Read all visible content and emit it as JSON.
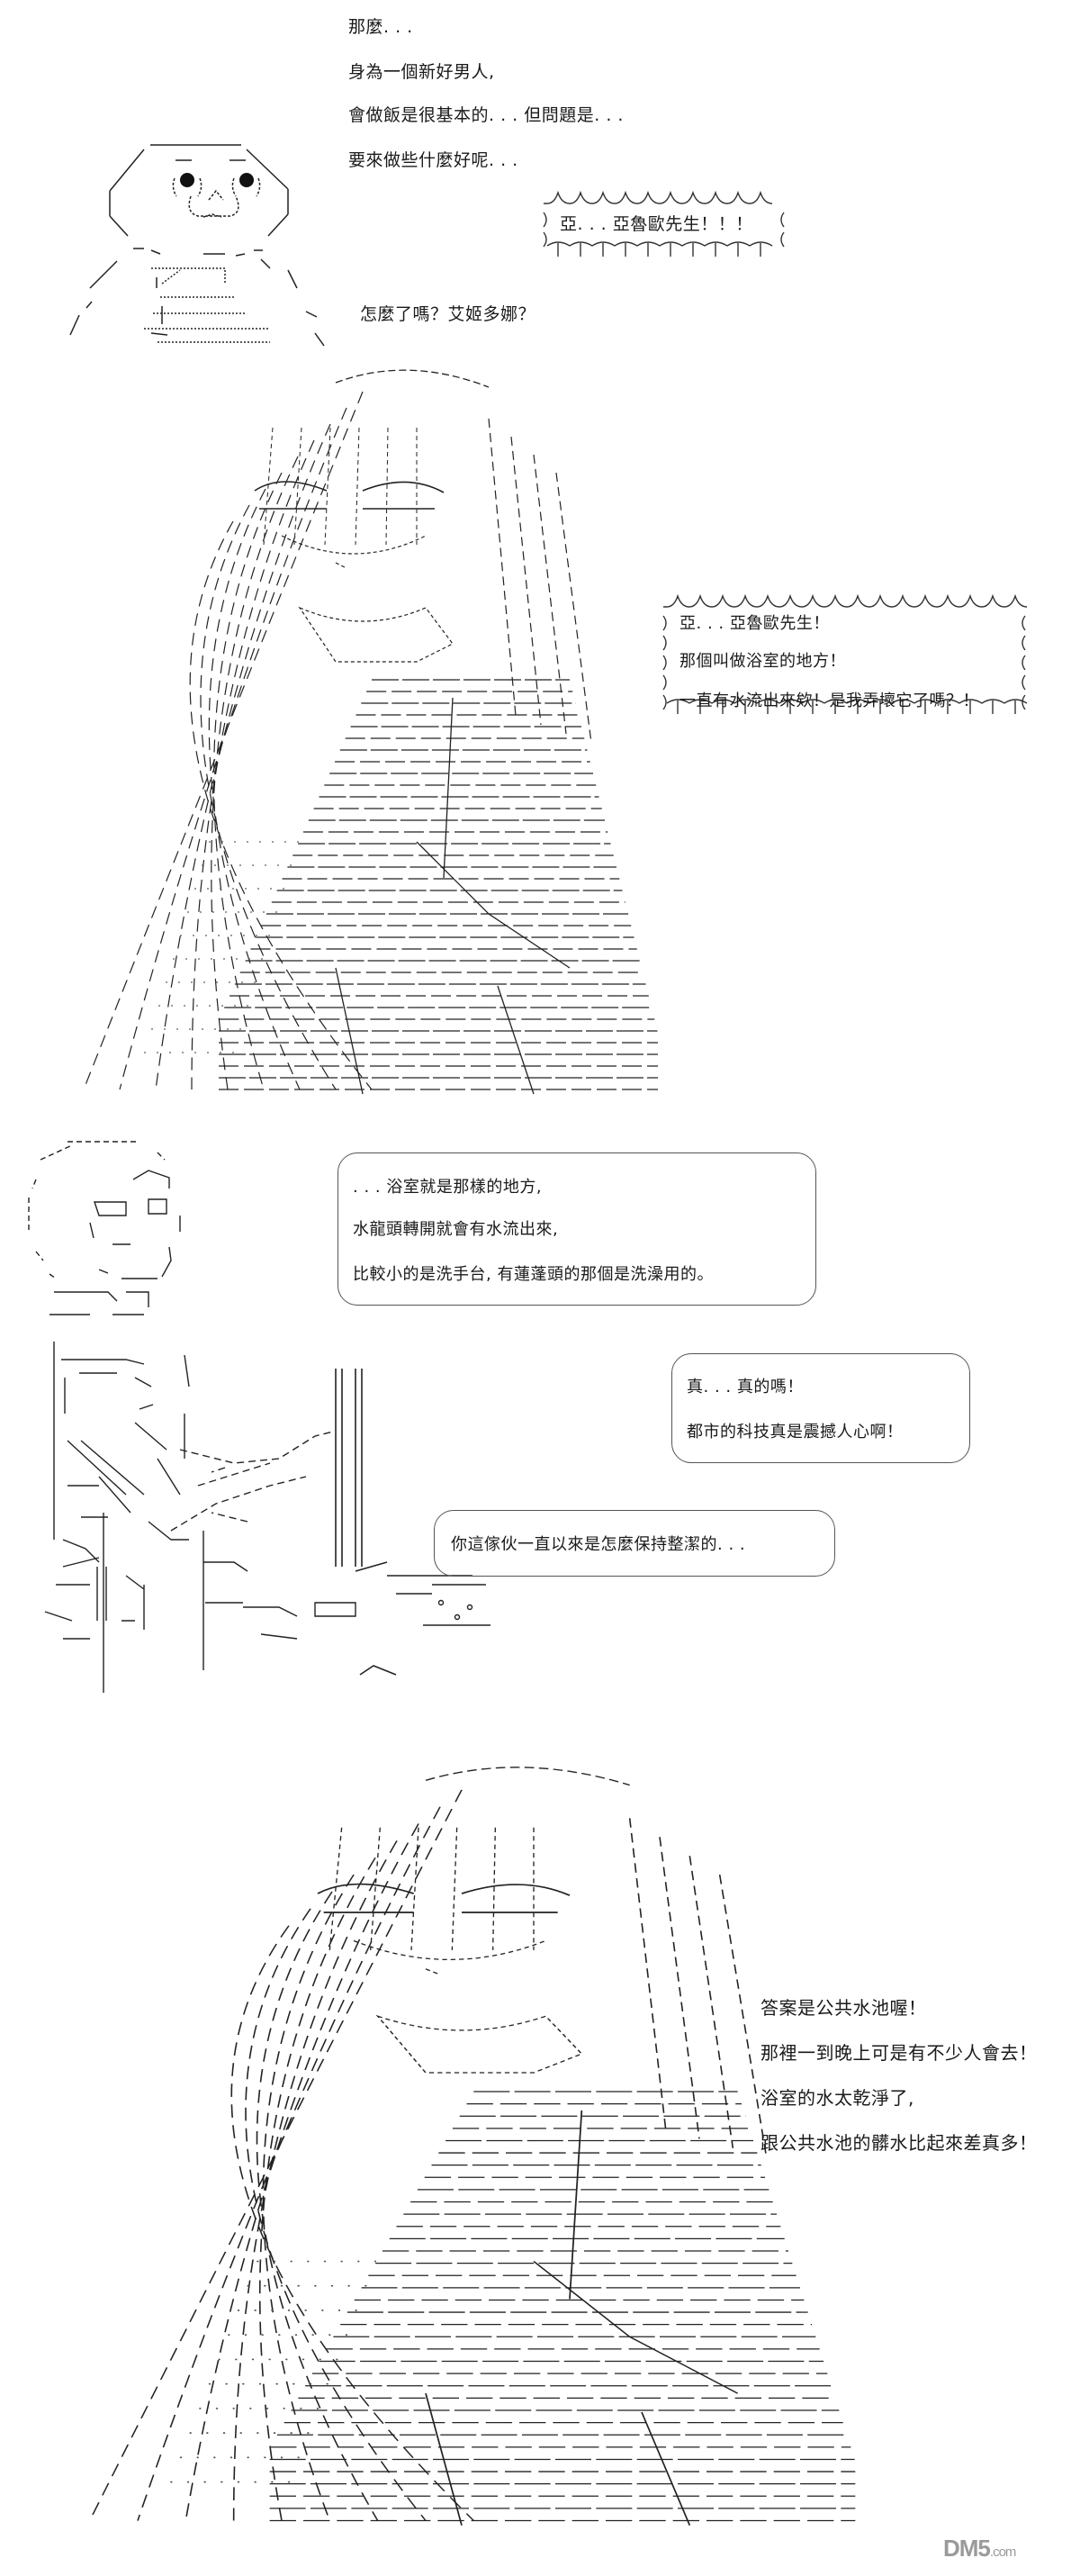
{
  "panel1": {
    "narration": [
      "那麼. . .",
      "身為一個新好男人,",
      "會做飯是很基本的. . . 但問題是. . .",
      "要來做些什麼好呢. . ."
    ],
    "shout": "亞. . . 亞魯歐先生！！！",
    "reply": "怎麼了嗎？艾姬多娜？"
  },
  "panel2": {
    "bubble": [
      "亞. . . 亞魯歐先生！",
      "那個叫做浴室的地方！",
      "一直有水流出來欸！是我弄壞它了嗎？！"
    ]
  },
  "panel3": {
    "bubble1": [
      ". . . 浴室就是那樣的地方,",
      "水龍頭轉開就會有水流出來,",
      "比較小的是洗手台, 有蓮蓬頭的那個是洗澡用的。"
    ],
    "bubble2": [
      "真. . . 真的嗎！",
      "都市的科技真是震撼人心啊！"
    ],
    "bubble3": [
      "你這傢伙一直以來是怎麼保持整潔的. . ."
    ]
  },
  "panel4": {
    "narration": [
      "答案是公共水池喔！",
      "那裡一到晚上可是有不少人會去！",
      "浴室的水太乾淨了,",
      "跟公共水池的髒水比起來差真多！"
    ]
  },
  "watermark": {
    "main": "DM5",
    "suffix": ".com"
  }
}
